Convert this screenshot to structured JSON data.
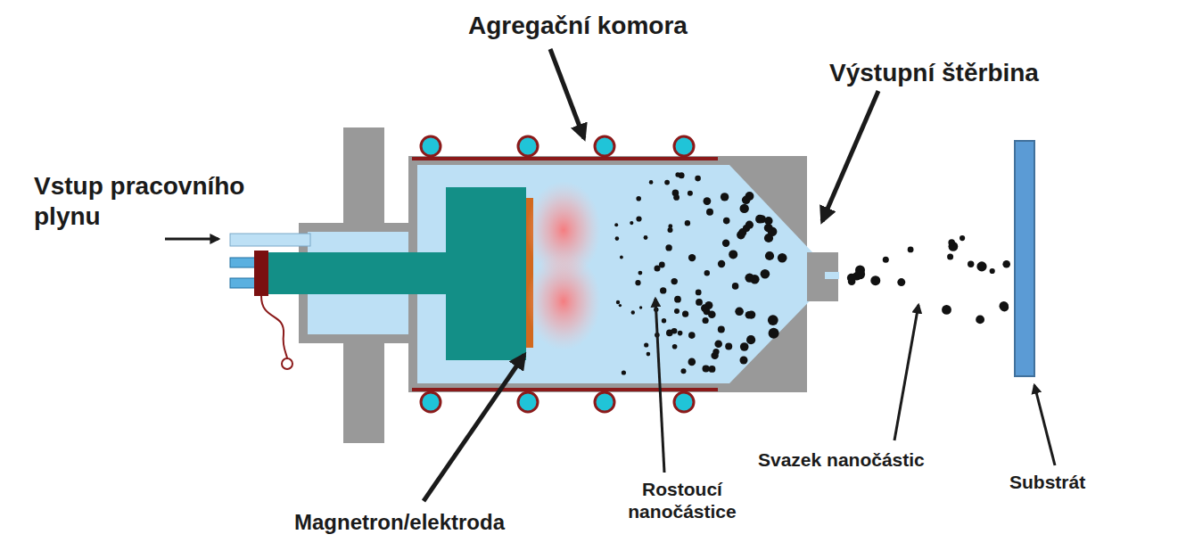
{
  "diagram": {
    "labels": [
      "Agregační komora",
      "Výstupní štěrbina",
      "Vstup pracovního plynu",
      "Magnetron/elektroda",
      "Rostoucí nanočástice",
      "Svazek nanočástic",
      "Substrát"
    ]
  }
}
